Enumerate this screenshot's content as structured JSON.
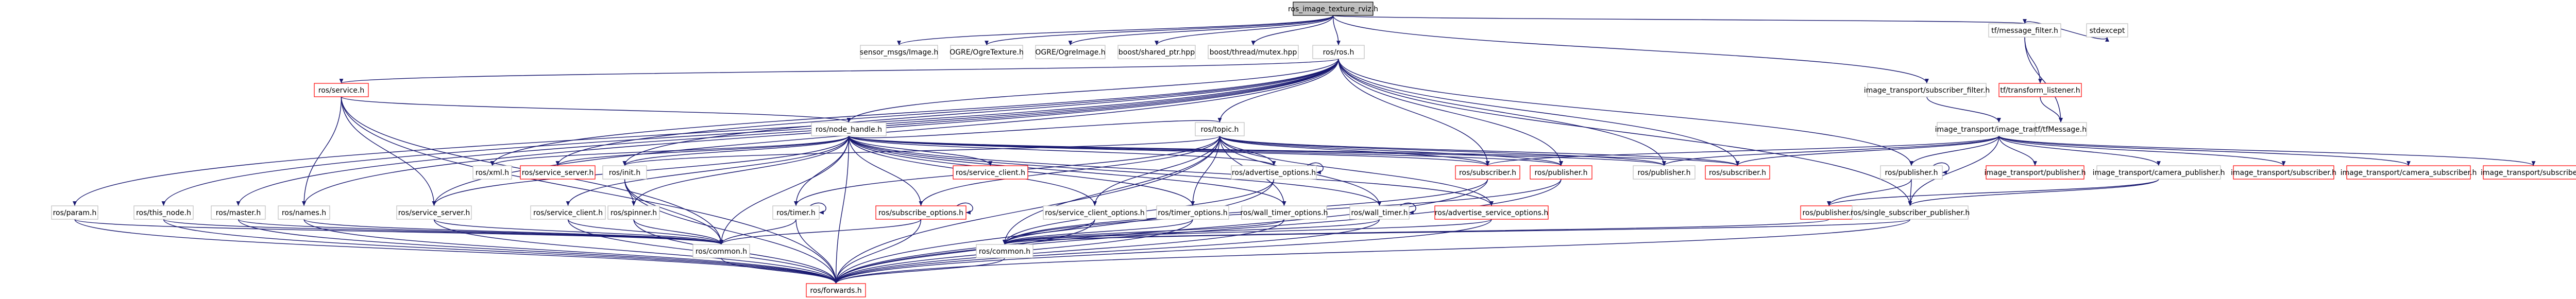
{
  "colors": {
    "background": "#ffffff",
    "node_fill_root": "#bfbfbf",
    "node_fill": "#ffffff",
    "node_border_normal": "#bfbfbf",
    "node_border_missing": "#ff0000",
    "edge": "#191970",
    "text": "#000000"
  },
  "nodes": [
    {
      "id": "root",
      "label": "ros_image_texture_rviz.h",
      "kind": "root"
    },
    {
      "id": "sensor_msgs_image",
      "label": "sensor_msgs/Image.h",
      "kind": "normal"
    },
    {
      "id": "ogre_texture",
      "label": "OGRE/OgreTexture.h",
      "kind": "normal"
    },
    {
      "id": "ogre_image",
      "label": "OGRE/OgreImage.h",
      "kind": "normal"
    },
    {
      "id": "boost_shared_ptr",
      "label": "boost/shared_ptr.hpp",
      "kind": "normal"
    },
    {
      "id": "boost_mutex",
      "label": "boost/thread/mutex.hpp",
      "kind": "normal"
    },
    {
      "id": "ros_ros",
      "label": "ros/ros.h",
      "kind": "normal"
    },
    {
      "id": "tf_message_filter",
      "label": "tf/message_filter.h",
      "kind": "normal"
    },
    {
      "id": "stdexcept",
      "label": "stdexcept",
      "kind": "normal"
    },
    {
      "id": "ros_service",
      "label": "ros/service.h",
      "kind": "missing"
    },
    {
      "id": "it_subscriber_filter",
      "label": "image_transport/subscriber_filter.h",
      "kind": "normal"
    },
    {
      "id": "tf_transform_listener",
      "label": "tf/transform_listener.h",
      "kind": "missing"
    },
    {
      "id": "ros_node_handle",
      "label": "ros/node_handle.h",
      "kind": "normal"
    },
    {
      "id": "ros_topic",
      "label": "ros/topic.h",
      "kind": "normal"
    },
    {
      "id": "it_image_transport",
      "label": "image_transport/image_transport.h",
      "kind": "normal"
    },
    {
      "id": "tf_message",
      "label": "tf/tfMessage.h",
      "kind": "normal"
    },
    {
      "id": "ros_xmlrpc",
      "label": "ros/xml.h",
      "kind": "normal"
    },
    {
      "id": "ros_service_server",
      "label": "ros/service_server.h",
      "kind": "missing"
    },
    {
      "id": "ros_init",
      "label": "ros/init.h",
      "kind": "normal"
    },
    {
      "id": "ros_service_client",
      "label": "ros/service_client.h",
      "kind": "missing"
    },
    {
      "id": "ros_advertise_options",
      "label": "ros/advertise_options.h",
      "kind": "normal"
    },
    {
      "id": "ros_subscriber_r",
      "label": "ros/subscriber.h",
      "kind": "missing"
    },
    {
      "id": "ros_publisher_r",
      "label": "ros/publisher.h",
      "kind": "missing"
    },
    {
      "id": "ros_publisher_a",
      "label": "ros/publisher.h",
      "kind": "normal"
    },
    {
      "id": "ros_subscriber_b",
      "label": "ros/subscriber.h",
      "kind": "missing"
    },
    {
      "id": "ros_publisher_c",
      "label": "ros/publisher.h",
      "kind": "normal"
    },
    {
      "id": "it_publisher",
      "label": "image_transport/publisher.h",
      "kind": "missing"
    },
    {
      "id": "it_camera_publisher",
      "label": "image_transport/camera_publisher.h",
      "kind": "normal"
    },
    {
      "id": "it_subscriber",
      "label": "image_transport/subscriber.h",
      "kind": "missing"
    },
    {
      "id": "it_camera_subscriber",
      "label": "image_transport/camera_subscriber.h",
      "kind": "missing"
    },
    {
      "id": "it_subscriber2",
      "label": "image_transport/subscriber.h",
      "kind": "missing"
    },
    {
      "id": "ros_param",
      "label": "ros/param.h",
      "kind": "normal"
    },
    {
      "id": "ros_this_node",
      "label": "ros/this_node.h",
      "kind": "normal"
    },
    {
      "id": "ros_master",
      "label": "ros/master.h",
      "kind": "normal"
    },
    {
      "id": "ros_names",
      "label": "ros/names.h",
      "kind": "normal"
    },
    {
      "id": "ros_service_server2",
      "label": "ros/service_server.h",
      "kind": "normal"
    },
    {
      "id": "ros_service_client2",
      "label": "ros/service_client.h",
      "kind": "normal"
    },
    {
      "id": "ros_spinner",
      "label": "ros/spinner.h",
      "kind": "normal"
    },
    {
      "id": "ros_timer",
      "label": "ros/timer.h",
      "kind": "normal"
    },
    {
      "id": "ros_subscribe_options",
      "label": "ros/subscribe_options.h",
      "kind": "missing"
    },
    {
      "id": "ros_service_client_options",
      "label": "ros/service_client_options.h",
      "kind": "normal"
    },
    {
      "id": "ros_timer_options",
      "label": "ros/timer_options.h",
      "kind": "normal"
    },
    {
      "id": "ros_wall_timer_options",
      "label": "ros/wall_timer_options.h",
      "kind": "normal"
    },
    {
      "id": "ros_wall_timer",
      "label": "ros/wall_timer.h",
      "kind": "normal"
    },
    {
      "id": "ros_advertise_service_options",
      "label": "ros/advertise_service_options.h",
      "kind": "missing"
    },
    {
      "id": "ros_publisher_d",
      "label": "ros/publisher.h",
      "kind": "missing"
    },
    {
      "id": "ros_single_subscriber_publisher",
      "label": "ros/single_subscriber_publisher.h",
      "kind": "normal"
    },
    {
      "id": "ros_common_a",
      "label": "ros/common.h",
      "kind": "normal"
    },
    {
      "id": "ros_common_b",
      "label": "ros/common.h",
      "kind": "normal"
    },
    {
      "id": "ros_forwards",
      "label": "ros/forwards.h",
      "kind": "missing"
    }
  ],
  "edges": [
    [
      "root",
      "sensor_msgs_image"
    ],
    [
      "root",
      "ogre_texture"
    ],
    [
      "root",
      "ogre_image"
    ],
    [
      "root",
      "boost_shared_ptr"
    ],
    [
      "root",
      "boost_mutex"
    ],
    [
      "root",
      "ros_ros"
    ],
    [
      "root",
      "tf_message_filter"
    ],
    [
      "root",
      "it_subscriber_filter"
    ],
    [
      "tf_message_filter",
      "stdexcept"
    ],
    [
      "tf_message_filter",
      "tf_transform_listener"
    ],
    [
      "tf_message_filter",
      "tf_message"
    ],
    [
      "tf_transform_listener",
      "tf_message"
    ],
    [
      "it_subscriber_filter",
      "it_image_transport"
    ],
    [
      "ros_ros",
      "ros_service"
    ],
    [
      "ros_ros",
      "ros_node_handle"
    ],
    [
      "ros_ros",
      "ros_topic"
    ],
    [
      "ros_ros",
      "ros_param"
    ],
    [
      "ros_ros",
      "ros_this_node"
    ],
    [
      "ros_ros",
      "ros_master"
    ],
    [
      "ros_ros",
      "ros_names"
    ],
    [
      "ros_ros",
      "ros_init"
    ],
    [
      "ros_ros",
      "ros_xmlrpc"
    ],
    [
      "ros_ros",
      "ros_service_server"
    ],
    [
      "ros_ros",
      "ros_subscriber_r"
    ],
    [
      "ros_ros",
      "ros_publisher_r"
    ],
    [
      "ros_ros",
      "ros_publisher_a"
    ],
    [
      "ros_ros",
      "ros_subscriber_b"
    ],
    [
      "ros_ros",
      "ros_publisher_c"
    ],
    [
      "ros_ros",
      "ros_single_subscriber_publisher"
    ],
    [
      "ros_ros",
      "ros_service_server2"
    ],
    [
      "ros_service",
      "ros_node_handle"
    ],
    [
      "ros_service",
      "ros_names"
    ],
    [
      "ros_service",
      "ros_service_server2"
    ],
    [
      "ros_service",
      "ros_common_a"
    ],
    [
      "ros_service",
      "ros_forwards"
    ],
    [
      "ros_node_handle",
      "ros_xmlrpc"
    ],
    [
      "ros_node_handle",
      "ros_service_server"
    ],
    [
      "ros_node_handle",
      "ros_init"
    ],
    [
      "ros_node_handle",
      "ros_service_client"
    ],
    [
      "ros_node_handle",
      "ros_advertise_options"
    ],
    [
      "ros_node_handle",
      "ros_subscriber_r"
    ],
    [
      "ros_node_handle",
      "ros_publisher_r"
    ],
    [
      "ros_node_handle",
      "ros_publisher_a"
    ],
    [
      "ros_node_handle",
      "ros_subscriber_b"
    ],
    [
      "ros_node_handle",
      "ros_service_server2"
    ],
    [
      "ros_node_handle",
      "ros_service_client2"
    ],
    [
      "ros_node_handle",
      "ros_spinner"
    ],
    [
      "ros_node_handle",
      "ros_timer"
    ],
    [
      "ros_node_handle",
      "ros_subscribe_options"
    ],
    [
      "ros_node_handle",
      "ros_service_client_options"
    ],
    [
      "ros_node_handle",
      "ros_timer_options"
    ],
    [
      "ros_node_handle",
      "ros_wall_timer_options"
    ],
    [
      "ros_node_handle",
      "ros_wall_timer"
    ],
    [
      "ros_node_handle",
      "ros_advertise_service_options"
    ],
    [
      "ros_node_handle",
      "ros_common_a"
    ],
    [
      "ros_node_handle",
      "ros_forwards"
    ],
    [
      "ros_topic",
      "ros_node_handle"
    ],
    [
      "ros_topic",
      "ros_advertise_options"
    ],
    [
      "ros_topic",
      "ros_subscriber_r"
    ],
    [
      "ros_topic",
      "ros_publisher_r"
    ],
    [
      "ros_topic",
      "ros_publisher_a"
    ],
    [
      "ros_topic",
      "ros_subscriber_b"
    ],
    [
      "ros_topic",
      "ros_init"
    ],
    [
      "ros_topic",
      "ros_subscribe_options"
    ],
    [
      "ros_topic",
      "ros_timer"
    ],
    [
      "ros_topic",
      "ros_service_client_options"
    ],
    [
      "ros_topic",
      "ros_timer_options"
    ],
    [
      "ros_topic",
      "ros_wall_timer_options"
    ],
    [
      "ros_topic",
      "ros_wall_timer"
    ],
    [
      "ros_topic",
      "ros_advertise_service_options"
    ],
    [
      "ros_topic",
      "ros_common_b"
    ],
    [
      "ros_topic",
      "ros_forwards"
    ],
    [
      "it_image_transport",
      "ros_subscriber_r"
    ],
    [
      "it_image_transport",
      "ros_publisher_a"
    ],
    [
      "it_image_transport",
      "ros_subscriber_b"
    ],
    [
      "it_image_transport",
      "ros_publisher_c"
    ],
    [
      "it_image_transport",
      "it_publisher"
    ],
    [
      "it_image_transport",
      "it_camera_publisher"
    ],
    [
      "it_image_transport",
      "it_subscriber"
    ],
    [
      "it_image_transport",
      "it_camera_subscriber"
    ],
    [
      "it_image_transport",
      "it_subscriber2"
    ],
    [
      "it_image_transport",
      "ros_single_subscriber_publisher"
    ],
    [
      "it_camera_publisher",
      "ros_single_subscriber_publisher"
    ],
    [
      "it_camera_publisher",
      "ros_publisher_d"
    ],
    [
      "ros_publisher_c",
      "ros_publisher_c"
    ],
    [
      "ros_publisher_c",
      "ros_publisher_d"
    ],
    [
      "ros_publisher_c",
      "ros_single_subscriber_publisher"
    ],
    [
      "ros_advertise_options",
      "ros_advertise_options"
    ],
    [
      "ros_advertise_options",
      "ros_common_b"
    ],
    [
      "ros_advertise_options",
      "ros_forwards"
    ],
    [
      "ros_init",
      "ros_spinner"
    ],
    [
      "ros_init",
      "ros_common_a"
    ],
    [
      "ros_init",
      "ros_forwards"
    ],
    [
      "ros_timer",
      "ros_timer"
    ],
    [
      "ros_timer",
      "ros_common_a"
    ],
    [
      "ros_timer",
      "ros_forwards"
    ],
    [
      "ros_subscribe_options",
      "ros_subscribe_options"
    ],
    [
      "ros_subscribe_options",
      "ros_common_a"
    ],
    [
      "ros_subscribe_options",
      "ros_forwards"
    ],
    [
      "ros_wall_timer",
      "ros_wall_timer"
    ],
    [
      "ros_wall_timer",
      "ros_common_b"
    ],
    [
      "ros_wall_timer",
      "ros_forwards"
    ],
    [
      "ros_service_client_options",
      "ros_common_b"
    ],
    [
      "ros_service_client_options",
      "ros_forwards"
    ],
    [
      "ros_timer_options",
      "ros_common_b"
    ],
    [
      "ros_timer_options",
      "ros_forwards"
    ],
    [
      "ros_wall_timer_options",
      "ros_common_b"
    ],
    [
      "ros_wall_timer_options",
      "ros_forwards"
    ],
    [
      "ros_advertise_service_options",
      "ros_common_b"
    ],
    [
      "ros_advertise_service_options",
      "ros_forwards"
    ],
    [
      "ros_subscriber_r",
      "ros_common_b"
    ],
    [
      "ros_subscriber_r",
      "ros_forwards"
    ],
    [
      "ros_publisher_r",
      "ros_common_b"
    ],
    [
      "ros_publisher_r",
      "ros_forwards"
    ],
    [
      "ros_publisher_d",
      "ros_common_b"
    ],
    [
      "ros_single_subscriber_publisher",
      "ros_common_b"
    ],
    [
      "ros_single_subscriber_publisher",
      "ros_forwards"
    ],
    [
      "ros_param",
      "ros_common_a"
    ],
    [
      "ros_param",
      "ros_forwards"
    ],
    [
      "ros_this_node",
      "ros_common_a"
    ],
    [
      "ros_this_node",
      "ros_forwards"
    ],
    [
      "ros_master",
      "ros_common_a"
    ],
    [
      "ros_master",
      "ros_forwards"
    ],
    [
      "ros_names",
      "ros_common_a"
    ],
    [
      "ros_names",
      "ros_forwards"
    ],
    [
      "ros_service_server2",
      "ros_common_a"
    ],
    [
      "ros_service_server2",
      "ros_forwards"
    ],
    [
      "ros_service_client2",
      "ros_common_a"
    ],
    [
      "ros_service_client2",
      "ros_forwards"
    ],
    [
      "ros_spinner",
      "ros_common_a"
    ],
    [
      "ros_spinner",
      "ros_forwards"
    ],
    [
      "ros_common_a",
      "ros_forwards"
    ],
    [
      "ros_common_b",
      "ros_forwards"
    ]
  ]
}
